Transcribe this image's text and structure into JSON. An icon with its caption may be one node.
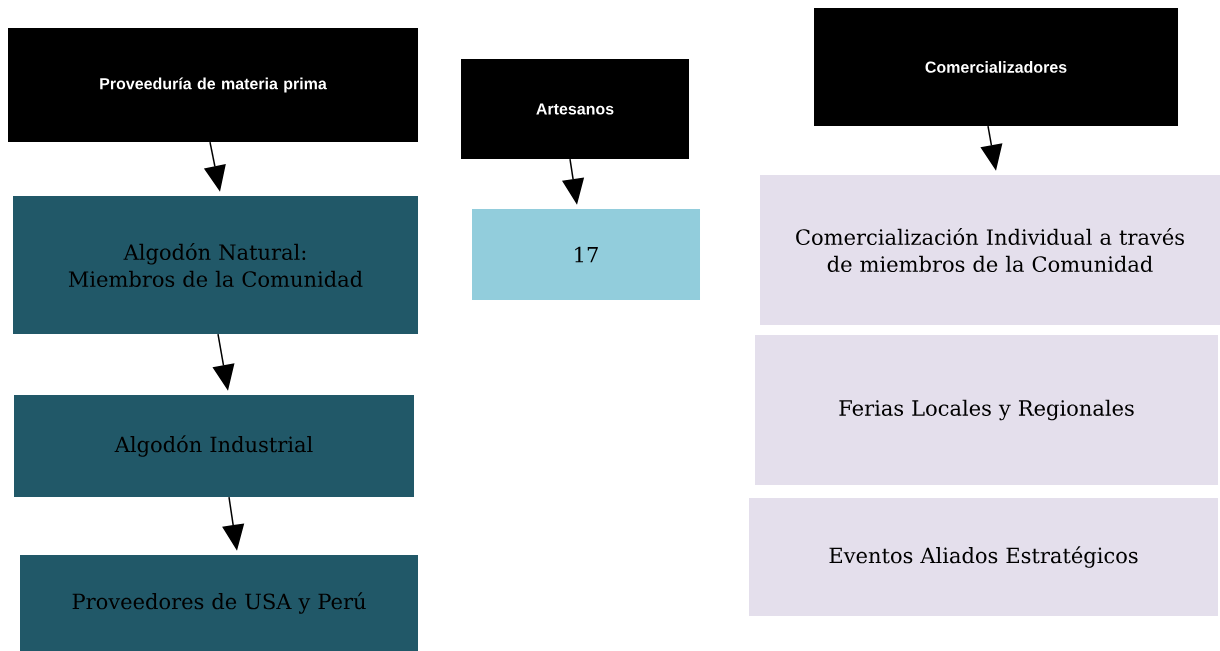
{
  "diagram": {
    "nodes": [
      {
        "text": [
          "Proveeduría de materia prima"
        ]
      },
      {
        "text": [
          "Algodón Natural: Miembros de la Comunidad"
        ]
      },
      {
        "text": [
          "Algodón Industrial"
        ]
      },
      {
        "text": [
          "Proveedores de USA y Perú"
        ]
      },
      {
        "text": [
          "Artesanos"
        ]
      },
      {
        "text": [
          "17"
        ]
      },
      {
        "text": [
          "Comercializadores"
        ]
      },
      {
        "text": [
          "Comercialización Individual a través de miembros de la Comunidad"
        ]
      },
      {
        "text": [
          "Ferias Locales y Regionales"
        ]
      },
      {
        "text": [
          "Eventos Aliados Estratégicos"
        ]
      }
    ],
    "edges": [
      {
        "from": 0,
        "to": 1,
        "arrow": "to"
      },
      {
        "from": 1,
        "to": 2,
        "arrow": "to"
      },
      {
        "from": 2,
        "to": 3,
        "arrow": "to"
      },
      {
        "from": 4,
        "to": 5,
        "arrow": "to"
      },
      {
        "from": 6,
        "to": 7,
        "arrow": "to"
      }
    ]
  }
}
